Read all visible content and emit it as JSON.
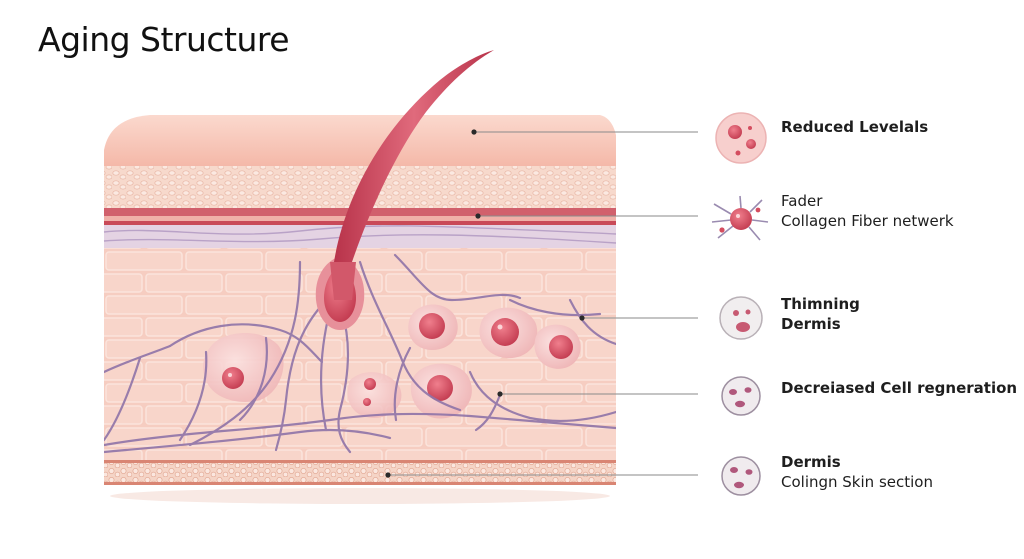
{
  "title": "Aging Structure",
  "colors": {
    "epidermis": "#f6c1b3",
    "epidermis_light": "#fbd9ce",
    "granular": "#f8dccf",
    "basal_red": "#c94a58",
    "dermis": "#f7cfc4",
    "brick_line": "#fbe3db",
    "fiber": "#8f74a8",
    "cell_pink": "#f3bfc0",
    "nucleus": "#d44d5f",
    "hair": "#c73e54",
    "leader": "#7a7a7a"
  },
  "legend": [
    {
      "line1": "Reduced Levelals",
      "line2": "",
      "bold": true,
      "icon": "pink-cell-icon"
    },
    {
      "line1": "Fader",
      "line2": "Collagen Fiber netwerk",
      "bold": false,
      "icon": "fibroblast-icon"
    },
    {
      "line1": "Thimning",
      "line2": "Dermis",
      "bold": true,
      "icon": "thin-cell-icon"
    },
    {
      "line1": "Decreiased Cell regneration",
      "line2": "",
      "bold": true,
      "icon": "regeneration-cell-icon"
    },
    {
      "line1": "Dermis",
      "line2": "Colingn Skin section",
      "bold": "first",
      "icon": "dermis-cell-icon"
    }
  ]
}
